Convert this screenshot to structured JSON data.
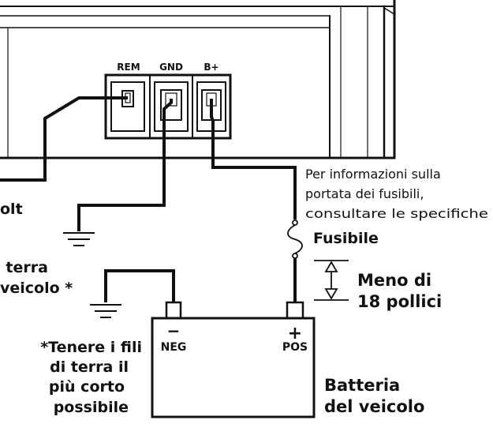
{
  "terminals": {
    "rem": "REM",
    "gnd": "GND",
    "bplus": "B+"
  },
  "labels": {
    "remote_fragment": "olt",
    "fuse_info_line1": "Per informazioni sulla",
    "fuse_info_line2": "portata dei fusibili,",
    "fuse_info_line3": "consultare le specifiche",
    "fuse": "Fusibile",
    "ground_line1": "a terra",
    "ground_line2": "veicolo *",
    "distance_line1": "Meno di",
    "distance_line2": "18 pollici",
    "keep_short_line1": "*Tenere i fili",
    "keep_short_line2": "di terra il",
    "keep_short_line3": "più corto",
    "keep_short_line4": "possibile",
    "battery_line1": "Batteria",
    "battery_line2": "del veicolo"
  },
  "battery": {
    "neg_symbol": "−",
    "neg_label": "NEG",
    "pos_symbol": "+",
    "pos_label": "POS"
  },
  "colors": {
    "line": "#111111",
    "background": "#ffffff"
  }
}
